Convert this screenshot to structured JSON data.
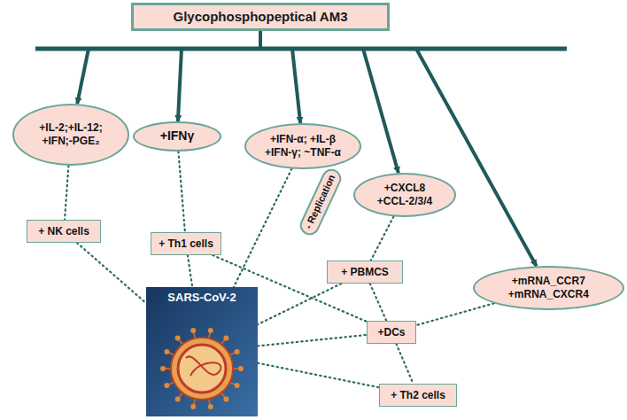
{
  "diagram": {
    "nodes": [
      {
        "text": [
          "Glycophosphopeptical AM3"
        ]
      },
      {
        "text": [
          "+IL-2;+IL-12; +IFN;-PGE₂"
        ]
      },
      {
        "text": [
          "+IFNγ"
        ]
      },
      {
        "text": [
          "+IFN-α; +IL-β +IFN-γ; ~TNF-α"
        ]
      },
      {
        "text": [
          "- Replication"
        ]
      },
      {
        "text": [
          "+CXCL8 +CCL-2/3/4"
        ]
      },
      {
        "text": [
          "+mRNA_CCR7 +mRNA_CXCR4"
        ]
      },
      {
        "text": [
          "+ NK cells"
        ]
      },
      {
        "text": [
          "+ Th1 cells"
        ]
      },
      {
        "text": [
          "+ PBMCS"
        ]
      },
      {
        "text": [
          "+DCs"
        ]
      },
      {
        "text": [
          "+ Th2 cells"
        ]
      },
      {
        "text": [
          "SARS-CoV-2"
        ]
      }
    ],
    "edges": [
      {
        "from": 0,
        "to": 1,
        "arrow": "to"
      },
      {
        "from": 0,
        "to": 2,
        "arrow": "to"
      },
      {
        "from": 0,
        "to": 3,
        "arrow": "to"
      },
      {
        "from": 0,
        "to": 5,
        "arrow": "to"
      },
      {
        "from": 0,
        "to": 6,
        "arrow": "to"
      },
      {
        "from": 1,
        "to": 7,
        "arrow": "none"
      },
      {
        "from": 2,
        "to": 8,
        "arrow": "none"
      },
      {
        "from": 3,
        "to": 12,
        "arrow": "none"
      },
      {
        "from": 5,
        "to": 9,
        "arrow": "none"
      },
      {
        "from": 7,
        "to": 12,
        "arrow": "none"
      },
      {
        "from": 8,
        "to": 12,
        "arrow": "none"
      },
      {
        "from": 8,
        "to": 10,
        "arrow": "none"
      },
      {
        "from": 9,
        "to": 12,
        "arrow": "none"
      },
      {
        "from": 9,
        "to": 10,
        "arrow": "none"
      },
      {
        "from": 10,
        "to": 11,
        "arrow": "none"
      },
      {
        "from": 6,
        "to": 10,
        "arrow": "none"
      },
      {
        "from": 12,
        "to": 10,
        "arrow": "none"
      },
      {
        "from": 12,
        "to": 11,
        "arrow": "none"
      }
    ]
  }
}
